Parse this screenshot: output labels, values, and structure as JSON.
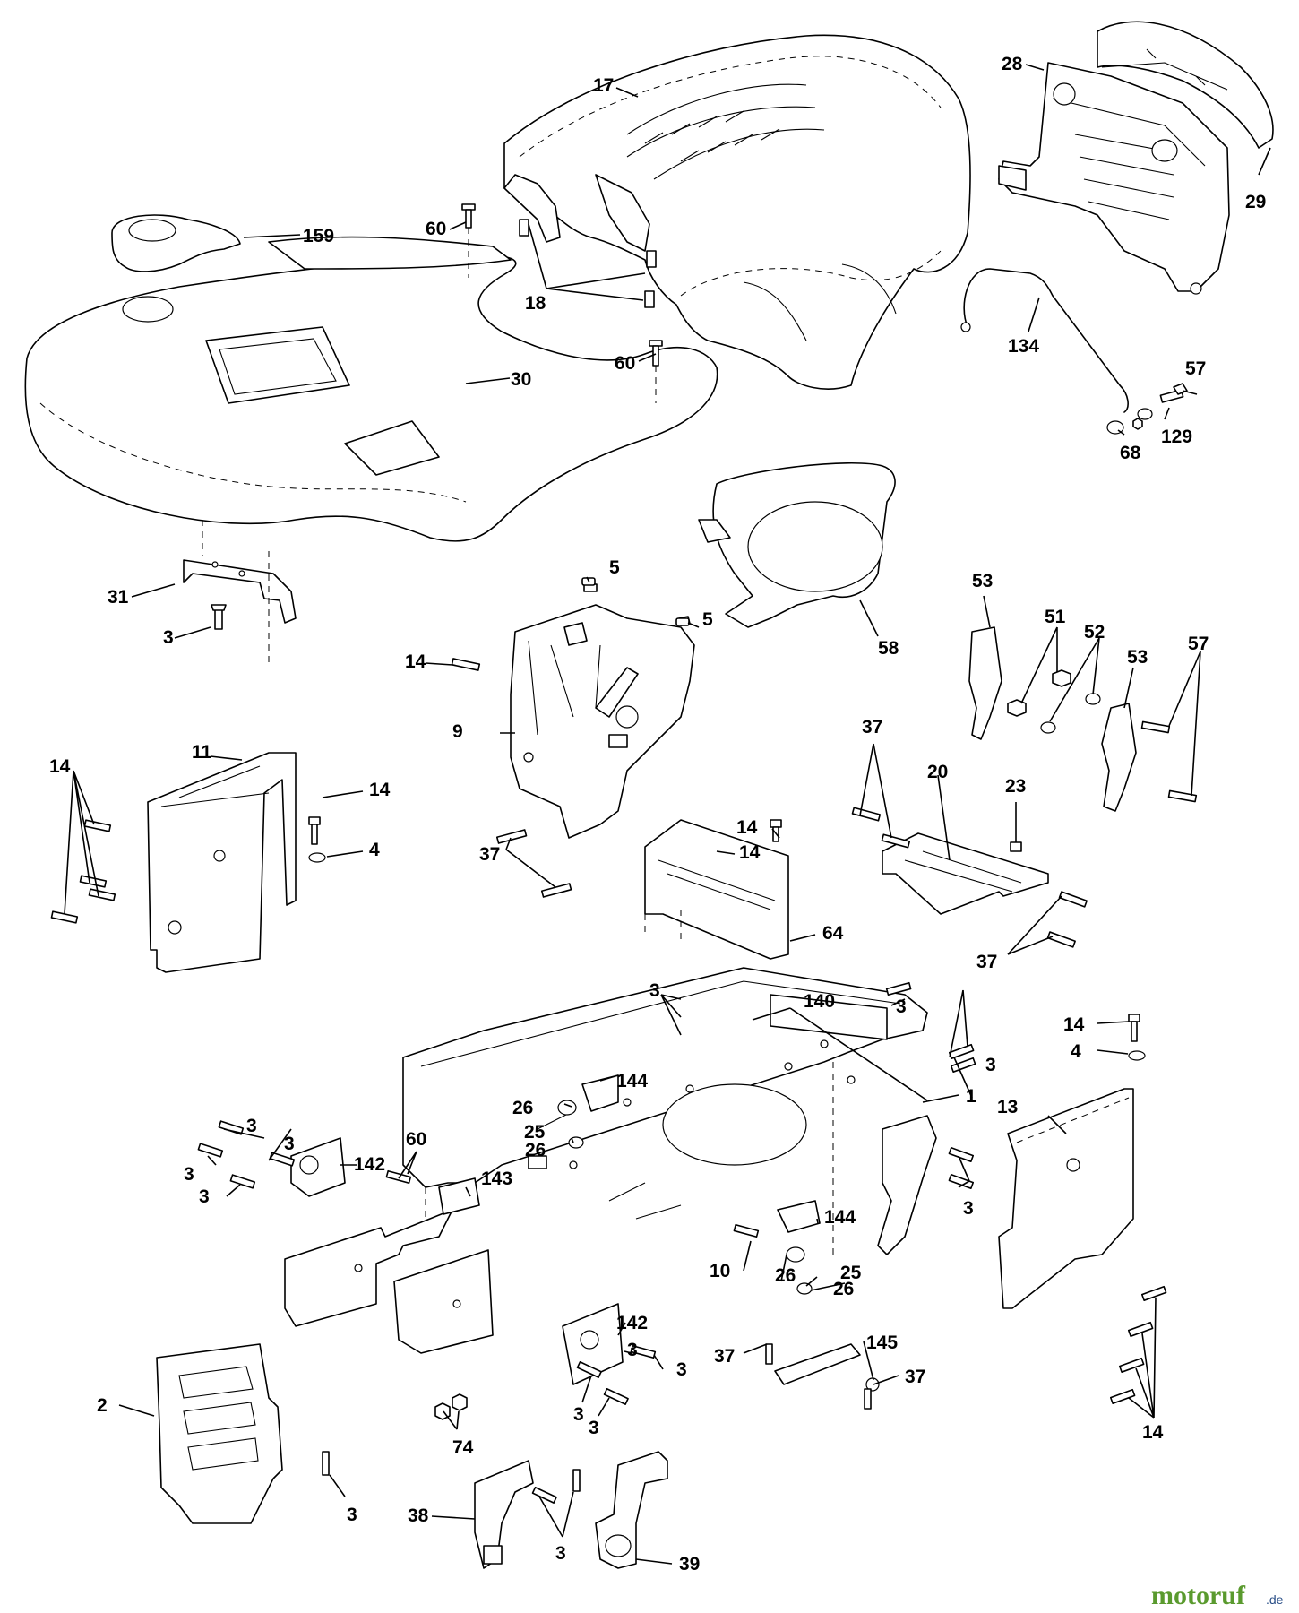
{
  "diagram": {
    "callouts": {
      "c17": "17",
      "c28": "28",
      "c29": "29",
      "c159": "159",
      "c60a": "60",
      "c18": "18",
      "c60b": "60",
      "c30": "30",
      "c134": "134",
      "c57a": "57",
      "c129": "129",
      "c68": "68",
      "c5a": "5",
      "c5b": "5",
      "c58": "58",
      "c31": "31",
      "c3a": "3",
      "c14a": "14",
      "c9": "9",
      "c53a": "53",
      "c51": "51",
      "c52": "52",
      "c53b": "53",
      "c57b": "57",
      "c11": "11",
      "c14b": "14",
      "c14c": "14",
      "c4a": "4",
      "c37a": "37",
      "c14d": "14",
      "c14e": "14",
      "c37b": "37",
      "c20": "20",
      "c23": "23",
      "c64": "64",
      "c37c": "37",
      "c3b": "3",
      "c140": "140",
      "c3c": "3",
      "c3d": "3",
      "c14f": "14",
      "c4b": "4",
      "c144a": "144",
      "c1": "1",
      "c13": "13",
      "c26a": "26",
      "c25a": "25",
      "c26b": "26",
      "c3e": "3",
      "c3f": "3",
      "c3g": "3",
      "c3h": "3",
      "c60c": "60",
      "c142a": "142",
      "c143": "143",
      "c3i": "3",
      "c144b": "144",
      "c10": "10",
      "c26c": "26",
      "c25b": "25",
      "c26d": "26",
      "c142b": "142",
      "c3j": "3",
      "c3k": "3",
      "c3l": "3",
      "c3m": "3",
      "c37d": "37",
      "c145": "145",
      "c37e": "37",
      "c2": "2",
      "c74": "74",
      "c3n": "3",
      "c14g": "14",
      "c38": "38",
      "c3o": "3",
      "c39": "39"
    },
    "watermark": {
      "brand": "motoruf",
      "tld": ".de",
      "brand_color": "#5a9a2e"
    }
  }
}
